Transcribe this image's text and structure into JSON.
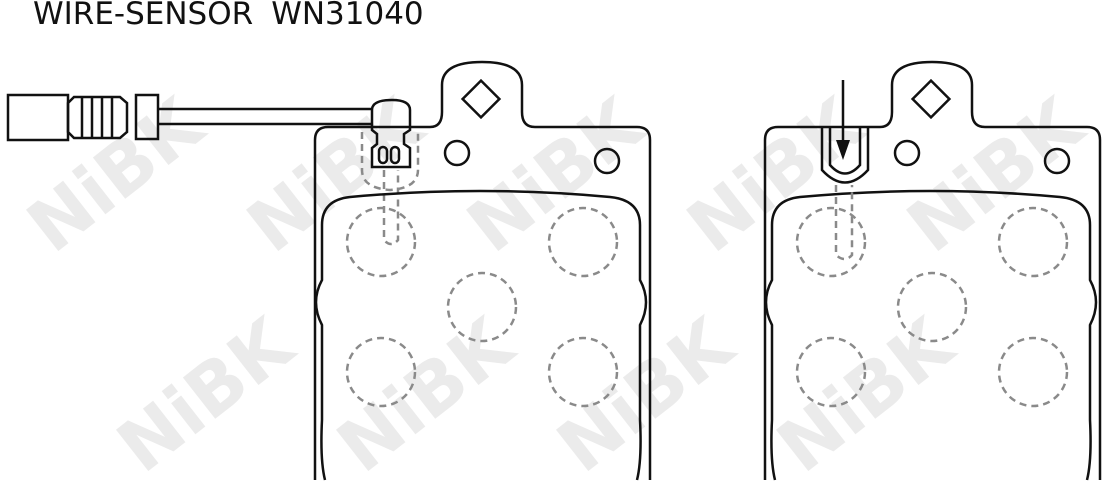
{
  "header": {
    "label": "WIRE-SENSOR",
    "part_number": "WN31040"
  },
  "watermark": {
    "text": "NiBK"
  },
  "colors": {
    "outline": "#111111",
    "dashed": "#8a8a8a",
    "watermark": "#ebebeb"
  }
}
